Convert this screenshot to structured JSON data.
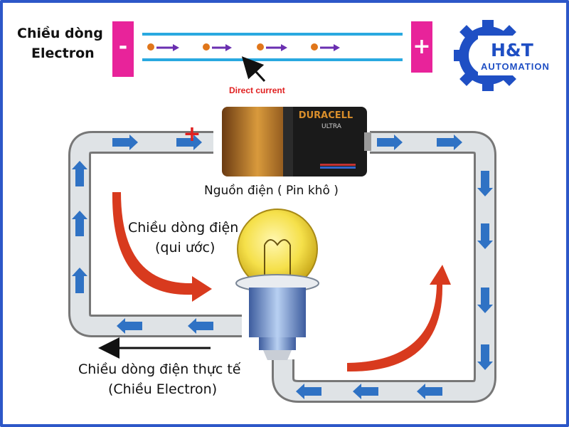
{
  "electron_panel": {
    "title_line1": "Chiều dòng",
    "title_line2": "Electron",
    "minus": "-",
    "plus": "+",
    "wire_label": "Direct current"
  },
  "logo": {
    "name": "H&T",
    "sub": "AUTOMATION"
  },
  "battery": {
    "brand": "DURACELL",
    "model": "ULTRA",
    "plus_mark": "+",
    "label": "Nguồn điện ( Pin khô )"
  },
  "labels": {
    "conventional_line1": "Chiều dòng điện",
    "conventional_line2": "(qui ước)",
    "actual_line1": "Chiều dòng điện thực tế",
    "actual_line2": "(Chiều Electron)"
  },
  "colors": {
    "frame": "#2d57c8",
    "wire": "#29a9e0",
    "plate": "#e8239a",
    "electron": "#e0761a",
    "electron_arrow": "#6a2fb0",
    "current_arrow": "#d83a1e",
    "circuit_arrow": "#2f72c4",
    "logo": "#1f4fc4"
  }
}
